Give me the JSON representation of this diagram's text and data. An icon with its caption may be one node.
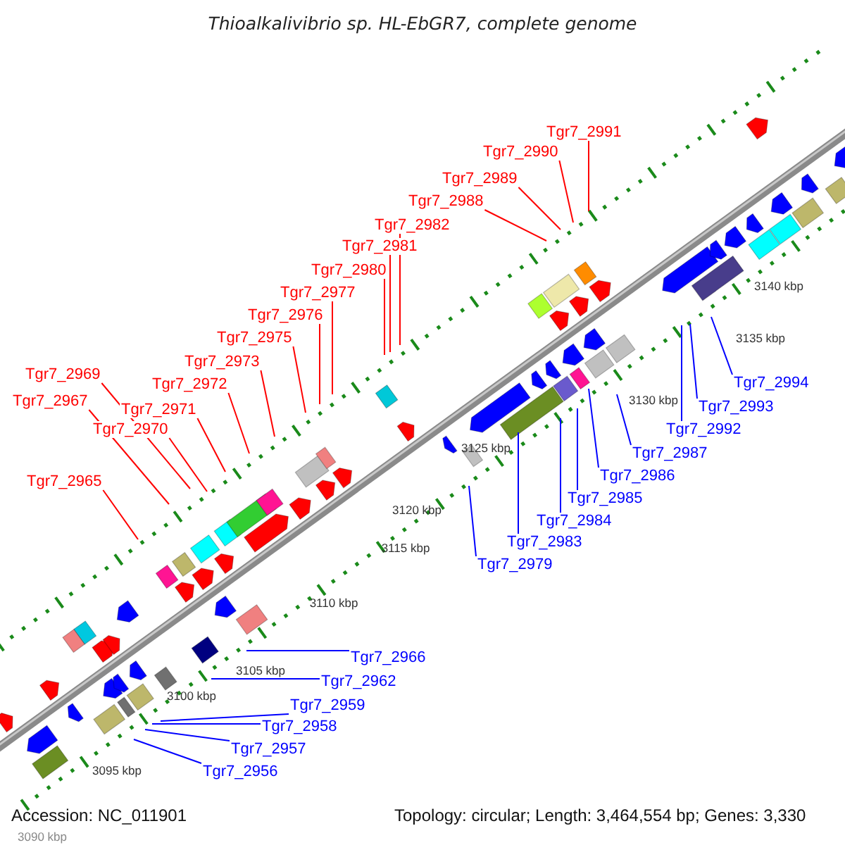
{
  "diagram": {
    "title": "Thioalkalivibrio sp. HL-EbGR7, complete genome",
    "nodes": [
      {
        "text": [
          "Tgr7_2991"
        ]
      },
      {
        "text": [
          "Tgr7_2990"
        ]
      },
      {
        "text": [
          "Tgr7_2989"
        ]
      },
      {
        "text": [
          "Tgr7_2988"
        ]
      },
      {
        "text": [
          "Tgr7_2982"
        ]
      },
      {
        "text": [
          "Tgr7_2981"
        ]
      },
      {
        "text": [
          "Tgr7_2980"
        ]
      },
      {
        "text": [
          "Tgr7_2977"
        ]
      },
      {
        "text": [
          "Tgr7_2976"
        ]
      },
      {
        "text": [
          "Tgr7_2975"
        ]
      },
      {
        "text": [
          "Tgr7_2973"
        ]
      },
      {
        "text": [
          "Tgr7_2969"
        ]
      },
      {
        "text": [
          "Tgr7_2994"
        ]
      },
      {
        "text": [
          "Tgr7_2972"
        ]
      },
      {
        "text": [
          "Tgr7_2967"
        ]
      },
      {
        "text": [
          "Tgr7_2993"
        ]
      },
      {
        "text": [
          "Tgr7_2971"
        ]
      },
      {
        "text": [
          "Tgr7_2970"
        ]
      },
      {
        "text": [
          "Tgr7_2992"
        ]
      },
      {
        "text": [
          "Tgr7_2987"
        ]
      },
      {
        "text": [
          "Tgr7_2986"
        ]
      },
      {
        "text": [
          "Tgr7_2965"
        ]
      },
      {
        "text": [
          "Tgr7_2985"
        ]
      },
      {
        "text": [
          "Tgr7_2984"
        ]
      },
      {
        "text": [
          "Tgr7_2983"
        ]
      },
      {
        "text": [
          "Tgr7_2979"
        ]
      },
      {
        "text": [
          "Tgr7_2966"
        ]
      },
      {
        "text": [
          "Tgr7_2962"
        ]
      },
      {
        "text": [
          "Tgr7_2959"
        ]
      },
      {
        "text": [
          "Tgr7_2958"
        ]
      },
      {
        "text": [
          "Tgr7_2957"
        ]
      },
      {
        "text": [
          "Tgr7_2956"
        ]
      }
    ],
    "edges": [
      {
        "from": 0,
        "to": null,
        "arrow": "none"
      },
      {
        "from": 1,
        "to": null,
        "arrow": "none"
      },
      {
        "from": 2,
        "to": null,
        "arrow": "none"
      },
      {
        "from": 3,
        "to": null,
        "arrow": "none"
      },
      {
        "from": 4,
        "to": null,
        "arrow": "none"
      },
      {
        "from": 5,
        "to": null,
        "arrow": "none"
      },
      {
        "from": 6,
        "to": null,
        "arrow": "none"
      },
      {
        "from": 7,
        "to": null,
        "arrow": "none"
      },
      {
        "from": 8,
        "to": null,
        "arrow": "none"
      },
      {
        "from": 9,
        "to": null,
        "arrow": "none"
      },
      {
        "from": 10,
        "to": null,
        "arrow": "none"
      },
      {
        "from": 11,
        "to": null,
        "arrow": "none"
      },
      {
        "from": 12,
        "to": null,
        "arrow": "none",
        "color": "#0000ff"
      },
      {
        "from": 13,
        "to": null,
        "arrow": "none"
      },
      {
        "from": 14,
        "to": null,
        "arrow": "none"
      },
      {
        "from": 15,
        "to": null,
        "arrow": "none",
        "color": "#0000ff"
      },
      {
        "from": 16,
        "to": null,
        "arrow": "none"
      },
      {
        "from": 17,
        "to": null,
        "arrow": "none"
      },
      {
        "from": 18,
        "to": null,
        "arrow": "none",
        "color": "#0000ff"
      },
      {
        "from": 19,
        "to": null,
        "arrow": "none",
        "color": "#0000ff"
      },
      {
        "from": 20,
        "to": null,
        "arrow": "none",
        "color": "#0000ff"
      },
      {
        "from": 21,
        "to": null,
        "arrow": "none"
      },
      {
        "from": 22,
        "to": null,
        "arrow": "none",
        "color": "#0000ff"
      },
      {
        "from": 23,
        "to": null,
        "arrow": "none",
        "color": "#0000ff"
      },
      {
        "from": 24,
        "to": null,
        "arrow": "none",
        "color": "#0000ff"
      },
      {
        "from": 25,
        "to": null,
        "arrow": "none",
        "color": "#0000ff"
      },
      {
        "from": 26,
        "to": null,
        "arrow": "none",
        "color": "#0000ff"
      },
      {
        "from": 27,
        "to": null,
        "arrow": "none",
        "color": "#0000ff"
      },
      {
        "from": 28,
        "to": null,
        "arrow": "none",
        "color": "#0000ff"
      },
      {
        "from": 29,
        "to": null,
        "arrow": "none",
        "color": "#0000ff"
      },
      {
        "from": 30,
        "to": null,
        "arrow": "none",
        "color": "#0000ff"
      },
      {
        "from": 31,
        "to": null,
        "arrow": "none",
        "color": "#0000ff"
      }
    ],
    "labels": [
      "3140 kbp",
      "3135 kbp",
      "3130 kbp",
      "3125 kbp",
      "3120 kbp",
      "3115 kbp",
      "3110 kbp",
      "3105 kbp",
      "3100 kbp",
      "3095 kbp",
      "Accession: NC_011901",
      "Topology: circular; Length: 3,464,554 bp; Genes: 3,330",
      "3090 kbp"
    ]
  }
}
